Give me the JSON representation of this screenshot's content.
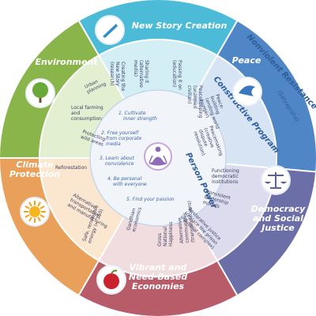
{
  "sectors": [
    {
      "key": "new-story",
      "title": [
        "New Story Creation"
      ],
      "color": "#4bbbd8",
      "inner": "#d4eef6",
      "icon": "pen-icon"
    },
    {
      "key": "peace",
      "title": [
        "Peace"
      ],
      "color": "#4f86c6",
      "inner": "#d6e4f4",
      "icon": "dove-icon"
    },
    {
      "key": "democracy",
      "title": [
        "Democracy",
        "and Social",
        "Justice"
      ],
      "color": "#6c6ea8",
      "inner": "#dcdcee",
      "icon": "scales-icon"
    },
    {
      "key": "economies",
      "title": [
        "Vibrant and",
        "Need-Based",
        "Economies"
      ],
      "color": "#b85c6a",
      "inner": "#f1dcdf",
      "icon": "apple-icon"
    },
    {
      "key": "climate",
      "title": [
        "Climate",
        "Protection"
      ],
      "color": "#e8a05a",
      "inner": "#fbe6cf",
      "icon": "sun-icon"
    },
    {
      "key": "environment",
      "title": [
        "Environment"
      ],
      "color": "#8ab54a",
      "inner": "#e3efd1",
      "icon": "tree-icon"
    }
  ],
  "items": {
    "new_story": [
      [
        "Creating the",
        "New Story",
        "(research)"
      ],
      [
        "Sharing it",
        "(alternative",
        "media)"
      ],
      [
        "Passing it on",
        "(education)"
      ]
    ],
    "peace": [
      [
        "Peacekeeping",
        "(unarmed",
        "civilian)"
      ],
      [
        "Peace-",
        "building",
        "(ending world",
        "hunger)"
      ],
      [
        "Peacemaking",
        "(creative",
        "dispute",
        "resolution)"
      ]
    ],
    "democracy": [
      [
        "Functioning",
        "democratic",
        "institutions"
      ],
      [
        "Nonviolent",
        "leadership",
        "models"
      ],
      [
        "Restorative justice",
        "(replace the prison",
        "industrial complex)"
      ]
    ],
    "economies": [
      [
        "Alternative",
        "communities",
        "(transition towns)"
      ],
      [
        "Gross",
        "National",
        "Happiness"
      ],
      [
        "Gandhian",
        "economics"
      ]
    ],
    "climate": [
      [
        "Safe, renewable",
        "energy (← 350)"
      ],
      [
        "Alternative",
        "transportation",
        "and manufacturing"
      ],
      [
        "Reforestation"
      ]
    ],
    "environment": [
      [
        "Protecting",
        "wild areas"
      ],
      [
        "Local farming",
        "and",
        "consumption"
      ],
      [
        "Urban",
        "planning"
      ]
    ]
  },
  "rings": {
    "nonviolent_resistance": "Nonviolent Resistance",
    "satyagraha": "(Satyagraha)",
    "constructive_program": "Constructive Program",
    "person_power": "Person Power"
  },
  "center_steps": [
    [
      "1. Cultivate",
      "inner strength"
    ],
    [
      "2. Free yourself",
      "from corporate",
      "media"
    ],
    [
      "3. Learn about",
      "nonviolence"
    ],
    [
      "4. Be personal",
      "with everyone"
    ],
    [
      "5. Find your passion"
    ]
  ],
  "colors": {
    "outer_ring": "#9aa6b4",
    "center_fill": "#f1f5fa",
    "center_ring": "#c7d6ea",
    "text_blue": "#2d5d9a",
    "item_text": "#3b3f63"
  },
  "center_icon": "meditating-person-icon"
}
